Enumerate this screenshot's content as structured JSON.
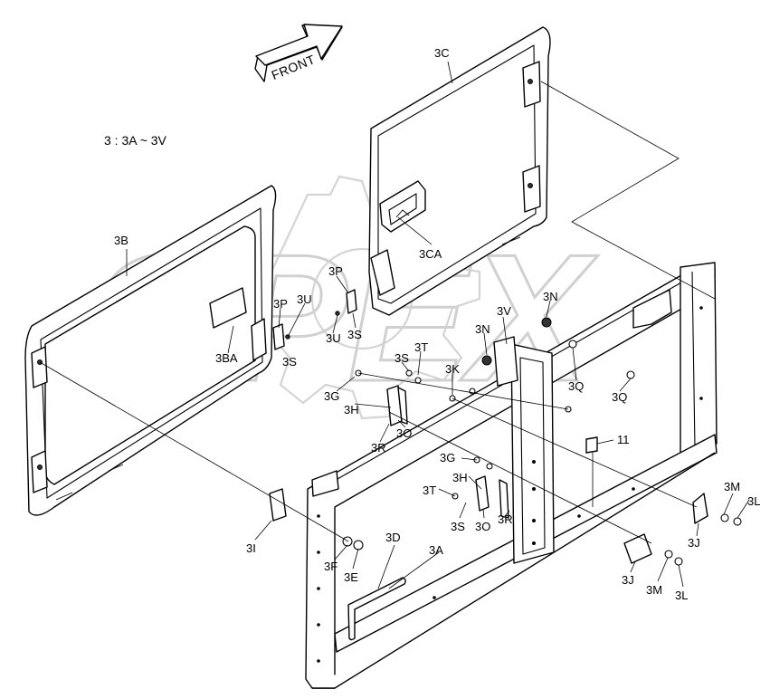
{
  "diagram": {
    "range_note": "3 : 3A ~ 3V",
    "front_arrow_label": "FRONT",
    "watermark_text": "OPEX",
    "labels": {
      "l3C": "3C",
      "l3B": "3B",
      "l3CA": "3CA",
      "l3P_a": "3P",
      "l3P_b": "3P",
      "l3U_a": "3U",
      "l3U_b": "3U",
      "l3S_a": "3S",
      "l3S_b": "3S",
      "l3BA": "3BA",
      "l3N_a": "3N",
      "l3N_b": "3N",
      "l3V": "3V",
      "l3T_a": "3T",
      "l3S_c": "3S",
      "l3K": "3K",
      "l3Q_a": "3Q",
      "l3Q_b": "3Q",
      "l3G_a": "3G",
      "l3H_a": "3H",
      "l3O_a": "3O",
      "l3R_a": "3R",
      "l11": "11",
      "l3G_b": "3G",
      "l3H_b": "3H",
      "l3T_b": "3T",
      "l3S_d": "3S",
      "l3O_b": "3O",
      "l3R_b": "3R",
      "l3M_a": "3M",
      "l3L_a": "3L",
      "l3J_a": "3J",
      "l3I": "3I",
      "l3F": "3F",
      "l3E": "3E",
      "l3D": "3D",
      "l3A": "3A",
      "l3J_b": "3J",
      "l3M_b": "3M",
      "l3L_b": "3L"
    }
  }
}
